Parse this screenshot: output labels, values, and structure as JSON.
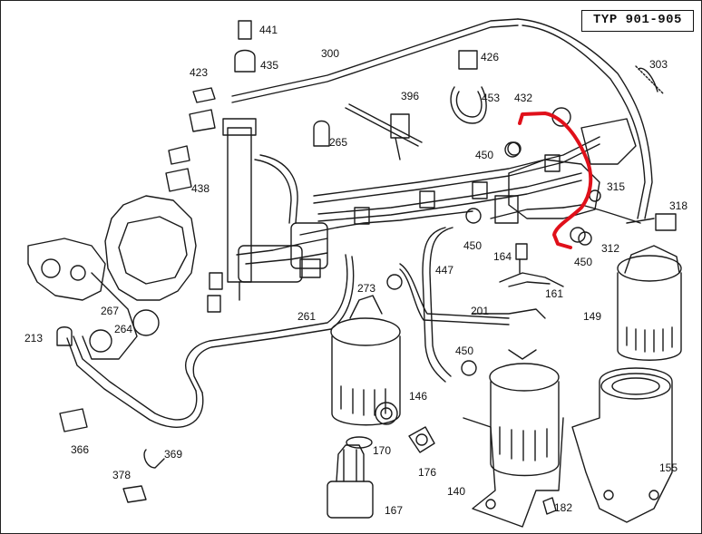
{
  "header": {
    "type_label": "TYP 901-905"
  },
  "part_labels": [
    "441",
    "435",
    "423",
    "300",
    "426",
    "303",
    "396",
    "453",
    "432",
    "265",
    "450",
    "438",
    "315",
    "318",
    "450",
    "312",
    "164",
    "450",
    "447",
    "273",
    "161",
    "267",
    "264",
    "261",
    "201",
    "149",
    "213",
    "450",
    "146",
    "366",
    "369",
    "170",
    "176",
    "378",
    "140",
    "155",
    "182",
    "167"
  ],
  "colors": {
    "highlight_line": "#e0101a",
    "ink": "#1a1a1a"
  }
}
